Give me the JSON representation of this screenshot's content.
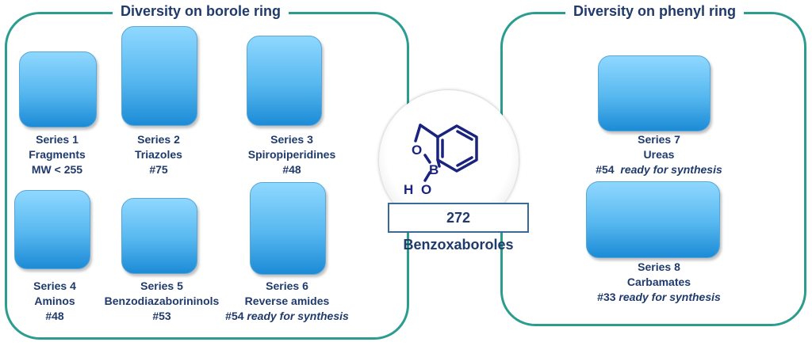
{
  "left_panel": {
    "title": "Diversity on borole ring",
    "series": [
      {
        "line1": "Series 1",
        "line2": "Fragments",
        "line3": "MW < 255",
        "line3_suffix": ""
      },
      {
        "line1": "Series 2",
        "line2": "Triazoles",
        "line3": "#75",
        "line3_suffix": ""
      },
      {
        "line1": "Series 3",
        "line2": "Spiropiperidines",
        "line3": "#48",
        "line3_suffix": ""
      },
      {
        "line1": "Series 4",
        "line2": "Aminos",
        "line3": "#48",
        "line3_suffix": ""
      },
      {
        "line1": "Series 5",
        "line2": "Benzodiazaborininols",
        "line3": "#53",
        "line3_suffix": ""
      },
      {
        "line1": "Series 6",
        "line2": "Reverse amides",
        "line3": "#54",
        "line3_suffix": "ready for synthesis"
      }
    ]
  },
  "right_panel": {
    "title": "Diversity on phenyl ring",
    "series": [
      {
        "line1": "Series 7",
        "line2": "Ureas",
        "line3": "#54",
        "line3_suffix": "ready for synthesis"
      },
      {
        "line1": "Series 8",
        "line2": "Carbamates",
        "line3": "#33",
        "line3_suffix": "ready for synthesis"
      }
    ]
  },
  "center": {
    "label": "272 Benzoxaboroles",
    "atoms": {
      "oxygen_ring": "O",
      "boron": "B",
      "hydroxyl_h": "H",
      "hydroxyl_o": "O"
    }
  },
  "colors": {
    "frame": "#2a9d8f",
    "text": "#1f3a6b",
    "card_top": "#8fd8ff",
    "card_bottom": "#1c8bd6",
    "structure": "#1a237e"
  }
}
